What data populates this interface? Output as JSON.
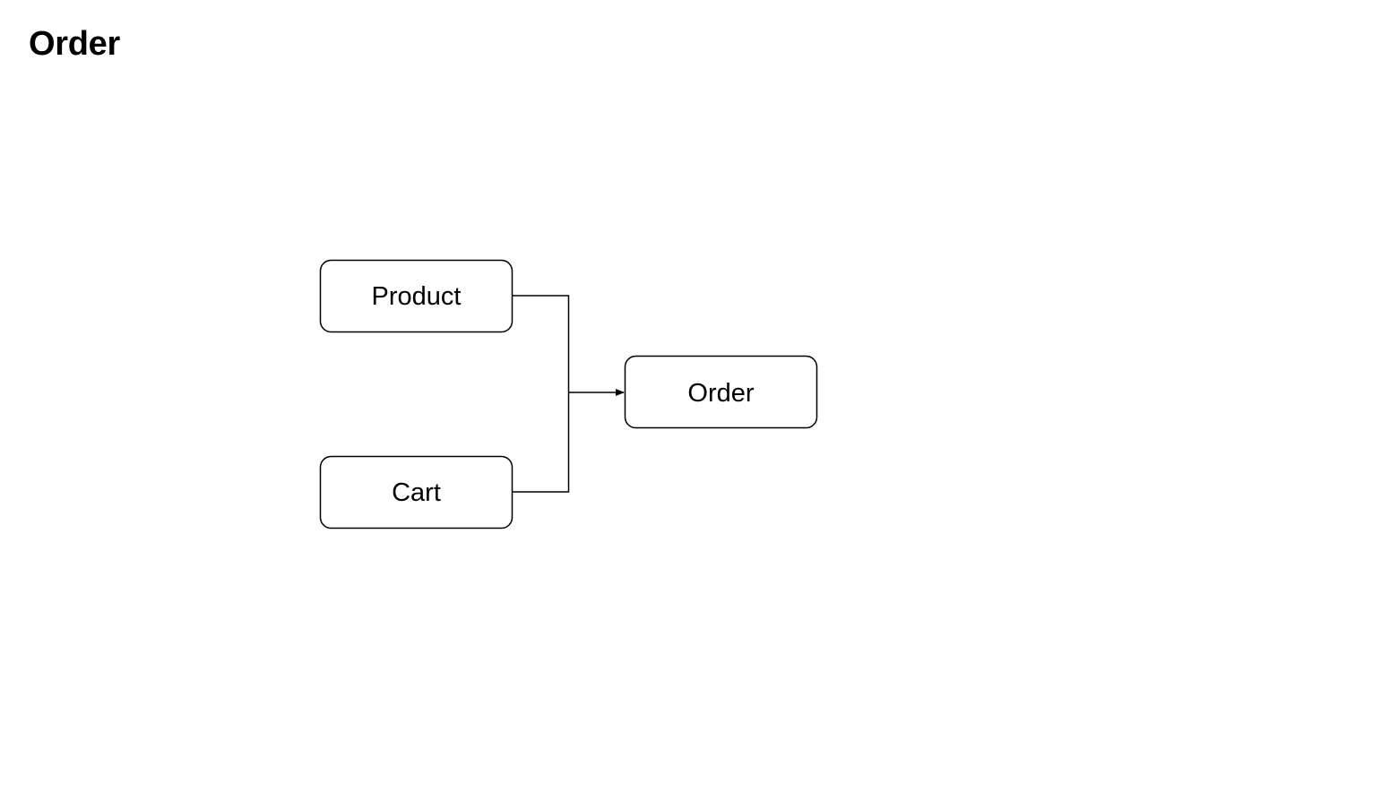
{
  "title": "Order",
  "nodes": {
    "product": {
      "label": "Product"
    },
    "cart": {
      "label": "Cart"
    },
    "order": {
      "label": "Order"
    }
  },
  "edges": [
    {
      "from": "Product",
      "to": "Order"
    },
    {
      "from": "Cart",
      "to": "Order"
    }
  ],
  "colors": {
    "stroke": "#000000",
    "node_fill": "#ffffff",
    "background": "#ffffff"
  }
}
